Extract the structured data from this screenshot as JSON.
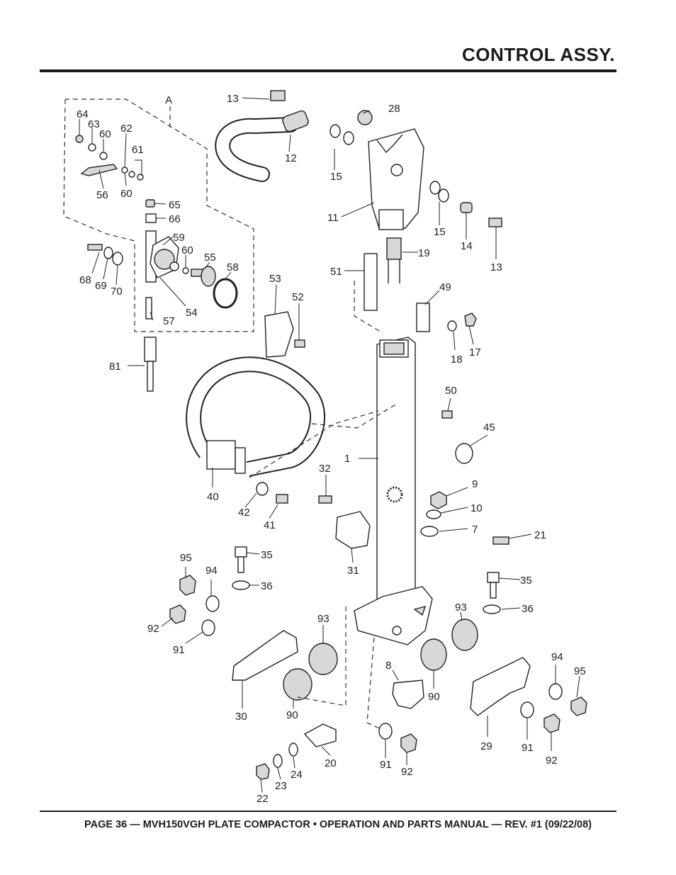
{
  "header": {
    "title": "CONTROL ASSY."
  },
  "footer": {
    "text": "PAGE 36 — MVH150VGH PLATE COMPACTOR • OPERATION AND PARTS MANUAL — REV. #1 (09/22/08)"
  },
  "diagram": {
    "detail_label": "A",
    "callouts": [
      "13",
      "28",
      "12",
      "15",
      "11",
      "15",
      "14",
      "13",
      "19",
      "51",
      "49",
      "18",
      "17",
      "50",
      "45",
      "64",
      "63",
      "60",
      "62",
      "61",
      "56",
      "60",
      "65",
      "66",
      "59",
      "60",
      "55",
      "58",
      "68",
      "69",
      "70",
      "54",
      "57",
      "53",
      "52",
      "81",
      "1",
      "32",
      "9",
      "10",
      "7",
      "21",
      "40",
      "42",
      "41",
      "31",
      "95",
      "35",
      "36",
      "94",
      "92",
      "91",
      "35",
      "36",
      "93",
      "93",
      "8",
      "30",
      "90",
      "90",
      "94",
      "95",
      "29",
      "91",
      "92",
      "20",
      "24",
      "23",
      "22",
      "91",
      "92"
    ]
  }
}
